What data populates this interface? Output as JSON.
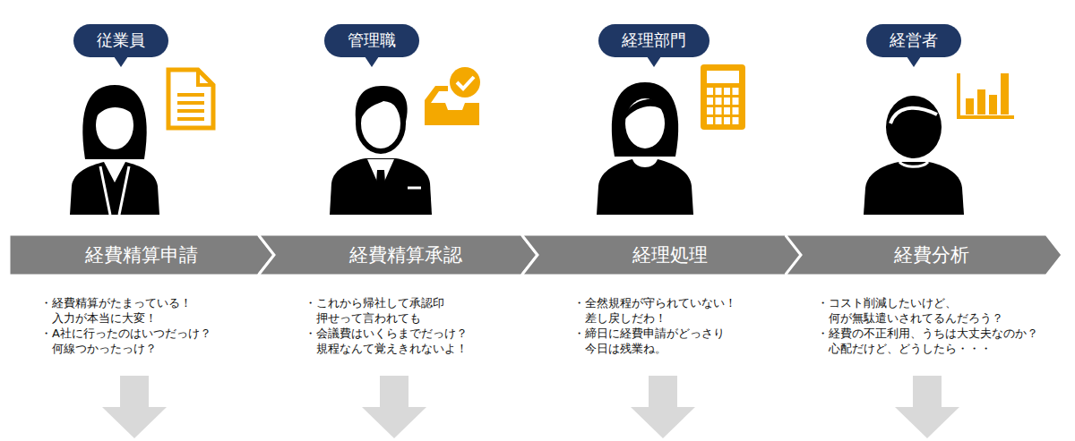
{
  "diagram": {
    "nodes": [
      {
        "text": [
          "従業員"
        ]
      },
      {
        "text": [
          "管理職"
        ]
      },
      {
        "text": [
          "経理部門"
        ]
      },
      {
        "text": [
          "経営者"
        ]
      },
      {
        "text": [
          "経費精算申請"
        ]
      },
      {
        "text": [
          "経費精算承認"
        ]
      },
      {
        "text": [
          "経理処理"
        ]
      },
      {
        "text": [
          "経費分析"
        ]
      }
    ],
    "labels": [
      "・経費精算がたまっている！ 入力が本当に大変！",
      "・A社に行ったのはいつだっけ？ 何線つかったっけ？",
      "・これから帰社して承認印 押せって言われても",
      "・会議費はいくらまでだっけ？ 規程なんて覚えきれないよ！",
      "・全然規程が守られていない！ 差し戻しだわ！",
      "・締日に経費申請がどっさり 今日は残業ね。",
      "・コスト削減したいけど、 何が無駄遣いされてるんだろう？",
      "・経費の不正利用、うちは大丈夫なのか？ 心配だけど、どうしたら・・・"
    ]
  }
}
